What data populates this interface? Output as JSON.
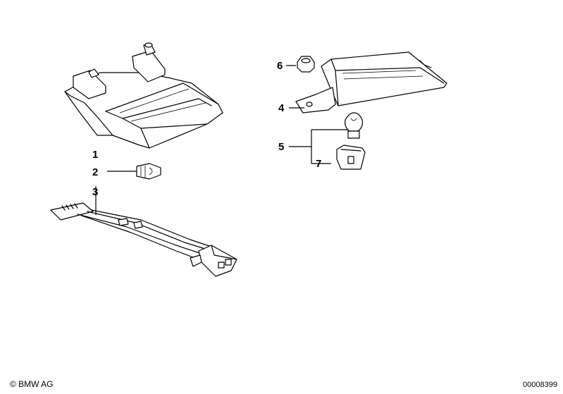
{
  "callouts": [
    "1",
    "2",
    "3",
    "4",
    "5",
    "6",
    "7"
  ],
  "footer": {
    "copyright": "© BMW AG",
    "doc_number": "00008399"
  }
}
